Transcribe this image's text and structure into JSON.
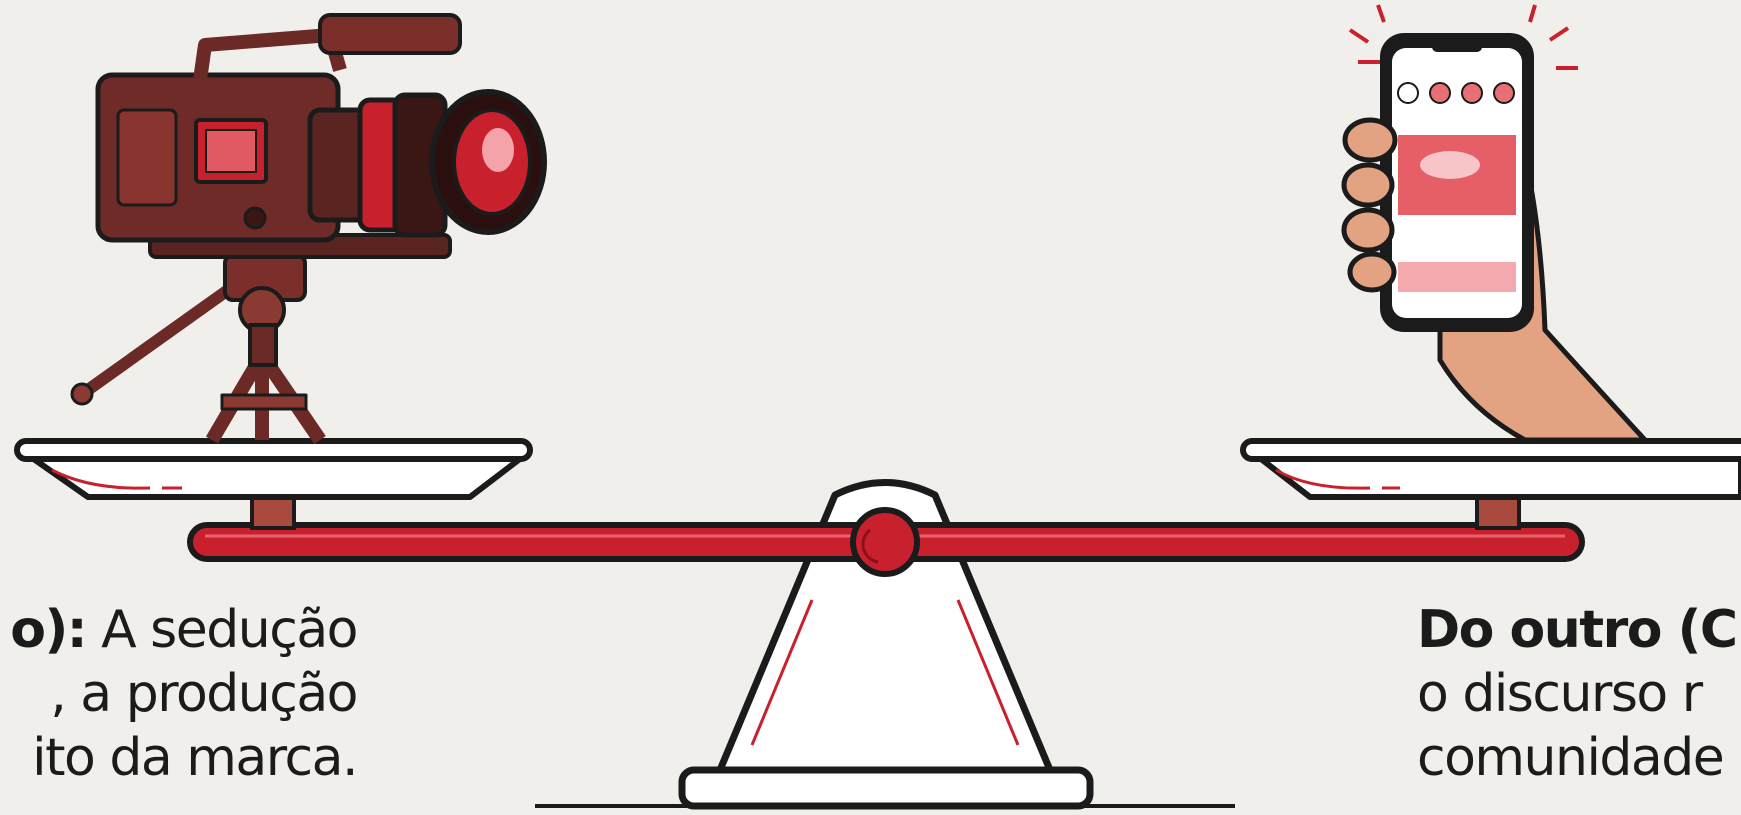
{
  "captions": {
    "left": {
      "lines": [
        {
          "bold": "o):",
          "text": " A sedução"
        },
        {
          "bold": "",
          "text": ", a produção"
        },
        {
          "bold": "",
          "text": "ito da marca."
        }
      ]
    },
    "right": {
      "lines": [
        {
          "bold": "Do outro (C",
          "text": ""
        },
        {
          "bold": "",
          "text": "o discurso r"
        },
        {
          "bold": "",
          "text": "comunidade"
        }
      ]
    }
  },
  "colors": {
    "accent": "#c8202d",
    "ink": "#1b1b1b",
    "background": "#f1efec"
  },
  "icons": {
    "left_pan_item": "cinema-camera-on-tripod-icon",
    "right_pan_item": "hand-holding-smartphone-icon"
  }
}
